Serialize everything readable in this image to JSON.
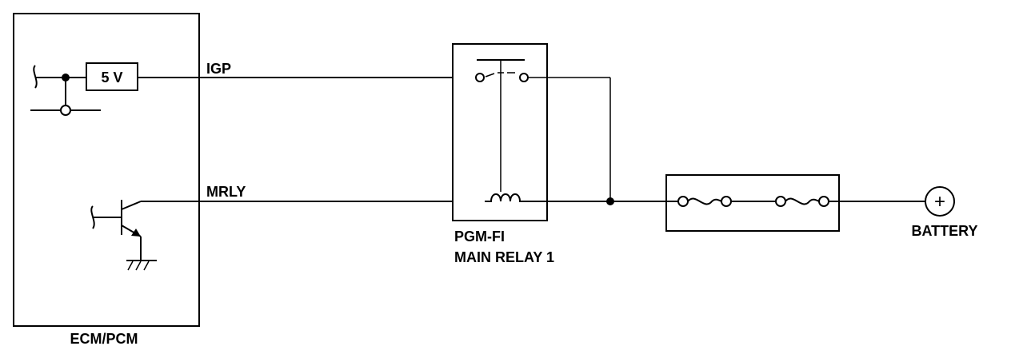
{
  "diagram": {
    "ecm": {
      "label": "ECM/PCM",
      "reg_label": "5 V"
    },
    "wires": {
      "igp": "IGP",
      "mrly": "MRLY"
    },
    "relay": {
      "line1": "PGM-FI",
      "line2": "MAIN RELAY 1"
    },
    "battery": {
      "label": "BATTERY",
      "symbol": "+"
    }
  }
}
